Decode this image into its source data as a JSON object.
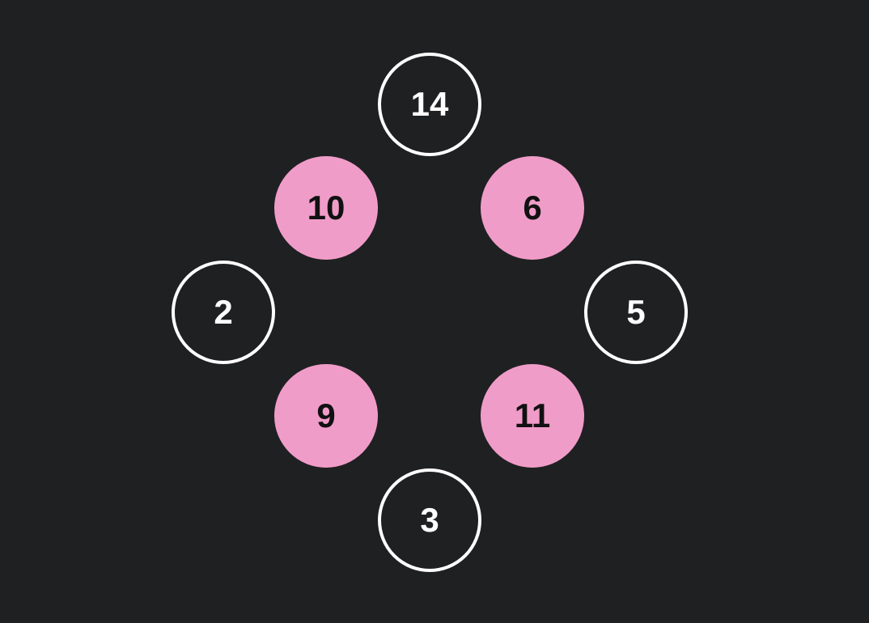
{
  "colors": {
    "background": "#1f2022",
    "outline": "#ffffff",
    "highlight": "#f09cc8",
    "highlight_text": "#111111"
  },
  "nodes": {
    "top": {
      "value": "14",
      "style": "outline"
    },
    "upper_left": {
      "value": "10",
      "style": "filled"
    },
    "upper_right": {
      "value": "6",
      "style": "filled"
    },
    "left": {
      "value": "2",
      "style": "outline"
    },
    "right": {
      "value": "5",
      "style": "outline"
    },
    "lower_left": {
      "value": "9",
      "style": "filled"
    },
    "lower_right": {
      "value": "11",
      "style": "filled"
    },
    "bottom": {
      "value": "3",
      "style": "outline"
    }
  }
}
